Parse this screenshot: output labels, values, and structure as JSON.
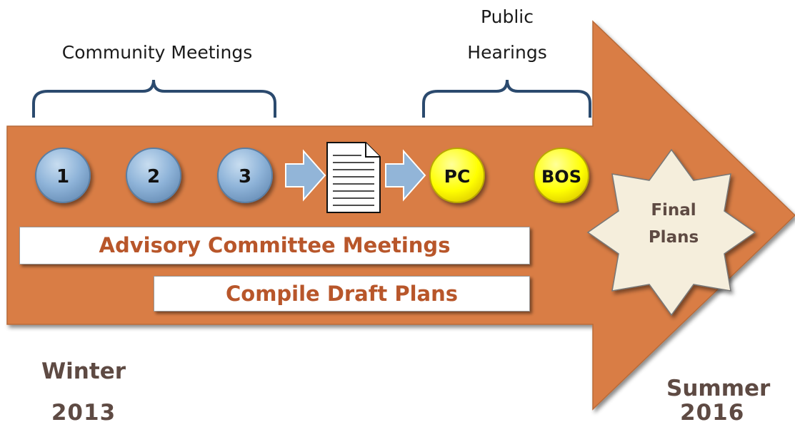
{
  "labels": {
    "community_meetings": "Community Meetings",
    "public_hearings_line1": "Public",
    "public_hearings_line2": "Hearings"
  },
  "circles": {
    "meeting1": "1",
    "meeting2": "2",
    "meeting3": "3",
    "pc": "PC",
    "bos": "BOS"
  },
  "bars": {
    "advisory": "Advisory Committee Meetings",
    "draft": "Compile Draft Plans"
  },
  "star": {
    "line1": "Final",
    "line2": "Plans"
  },
  "timeline": {
    "start_season": "Winter",
    "start_year": "2013",
    "end_season": "Summer",
    "end_year": "2016"
  },
  "colors": {
    "arrow": "#d97d44",
    "blue_circle": "#8fb4d9",
    "yellow_circle": "#ffff00",
    "star": "#f5eedc",
    "bar_text": "#b8562a",
    "season_text": "#5e4a43"
  },
  "icons": {
    "document": "document-icon",
    "arrows": "right-arrow-icon"
  }
}
